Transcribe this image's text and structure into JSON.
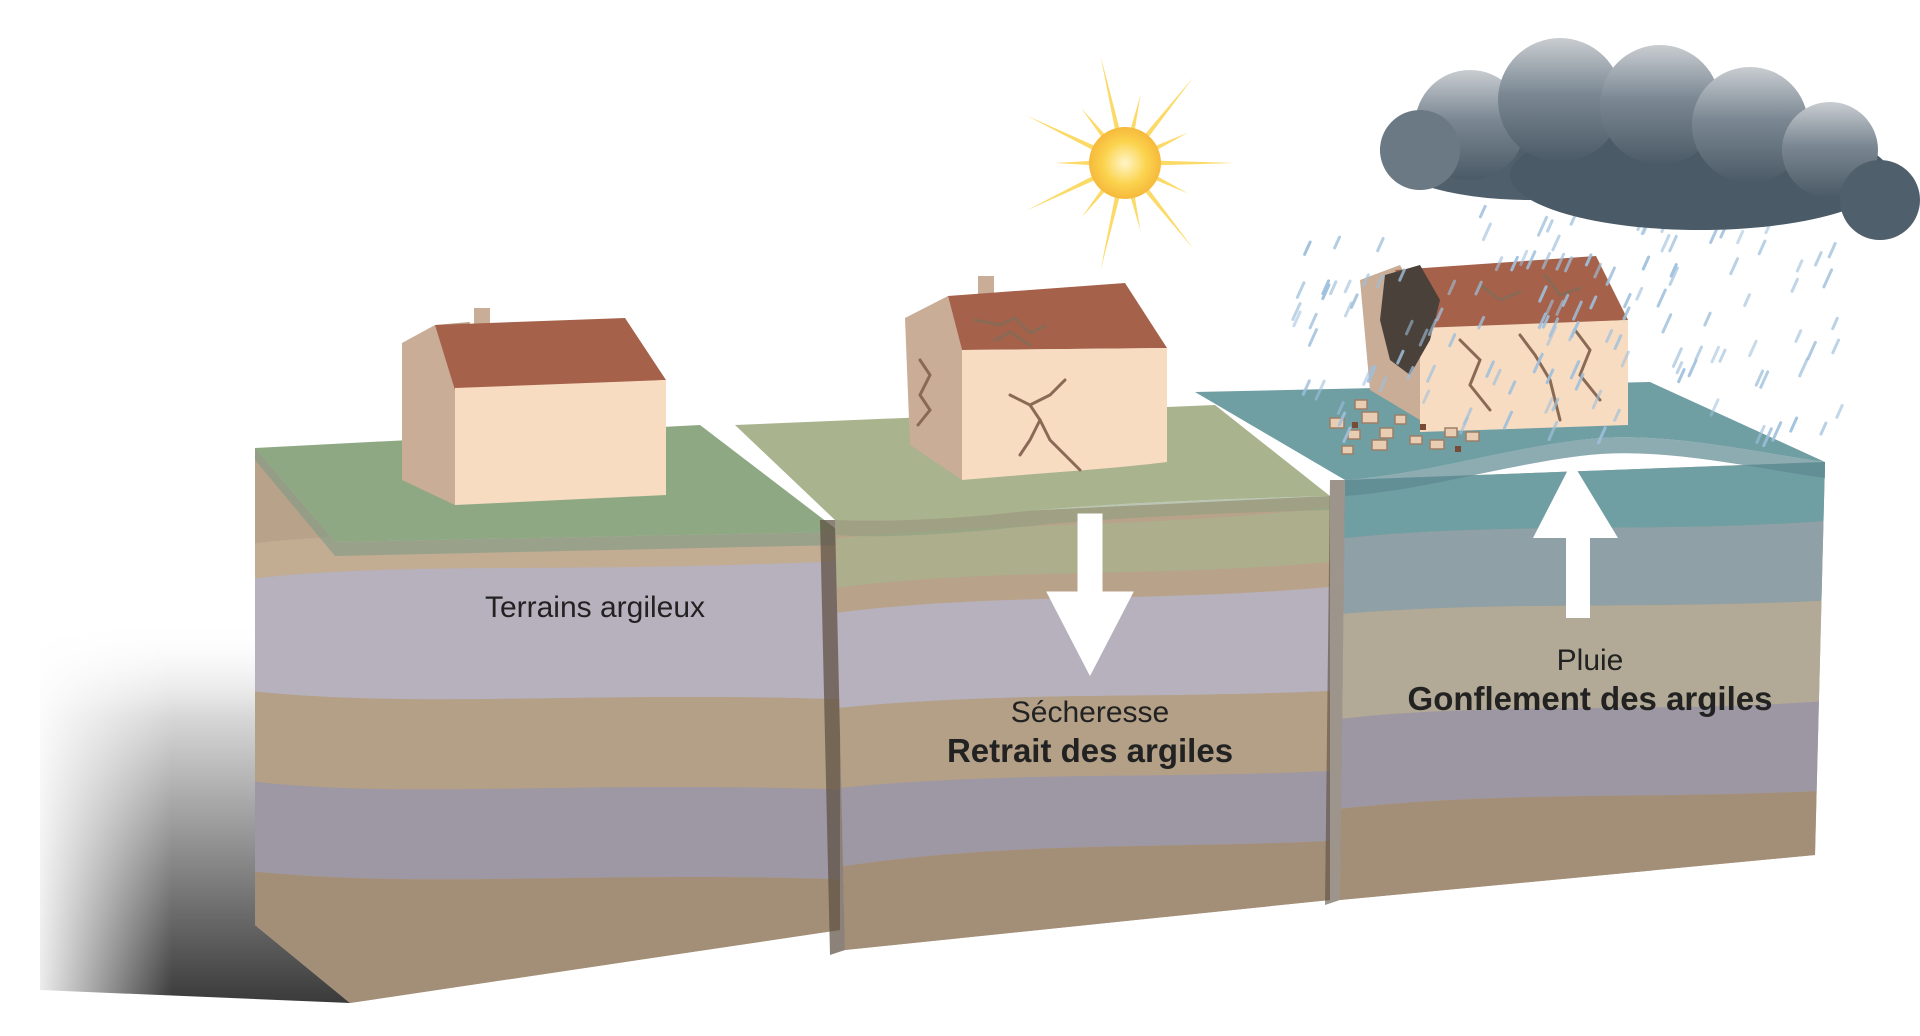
{
  "blocks": [
    {
      "id": "terrains",
      "caption": "Terrains argileux",
      "title": ""
    },
    {
      "id": "secheresse",
      "caption": "Sécheresse",
      "title": "Retrait des argiles"
    },
    {
      "id": "pluie",
      "caption": "Pluie",
      "title": "Gonflement des argiles"
    }
  ],
  "colors": {
    "grass": "#8fa884",
    "grass_dry": "#a9b38d",
    "water": "#6f9ea3",
    "layer_tan": "#b8a38a",
    "layer_lavender": "#b7b0bd",
    "layer_grey": "#8f8c95",
    "roof": "#a5614a",
    "wall_front": "#f7dcc2",
    "wall_side": "#c9ad97",
    "sun": "#fbd34d",
    "cloud": "#5f6f7b",
    "rain": "#9fc0dc",
    "arrow": "#ffffff"
  }
}
